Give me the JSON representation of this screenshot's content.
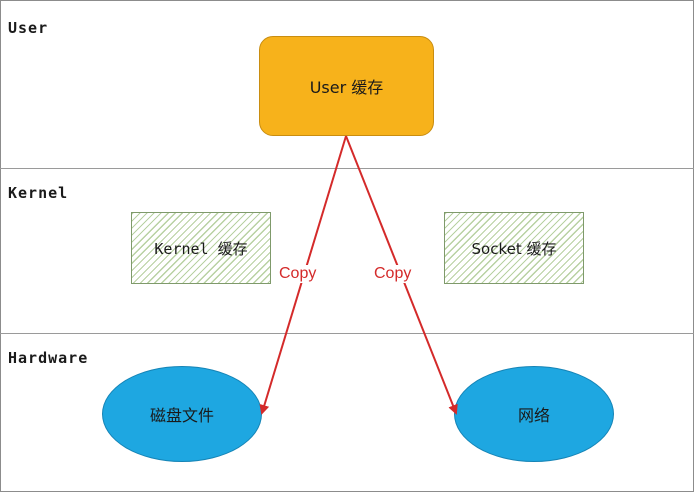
{
  "layers": {
    "user": "User",
    "kernel": "Kernel",
    "hardware": "Hardware"
  },
  "nodes": {
    "user_cache": "User 缓存",
    "kernel_cache": "Kernel 缓存",
    "socket_cache": "Socket 缓存",
    "disk_file": "磁盘文件",
    "network": "网络"
  },
  "edges": {
    "copy_left": "Copy",
    "copy_right": "Copy"
  },
  "colors": {
    "user_cache_fill": "#f7b21b",
    "hardware_fill": "#1ea7e1",
    "arrow": "#d42a2a",
    "hatch": "#b8d1a2"
  }
}
